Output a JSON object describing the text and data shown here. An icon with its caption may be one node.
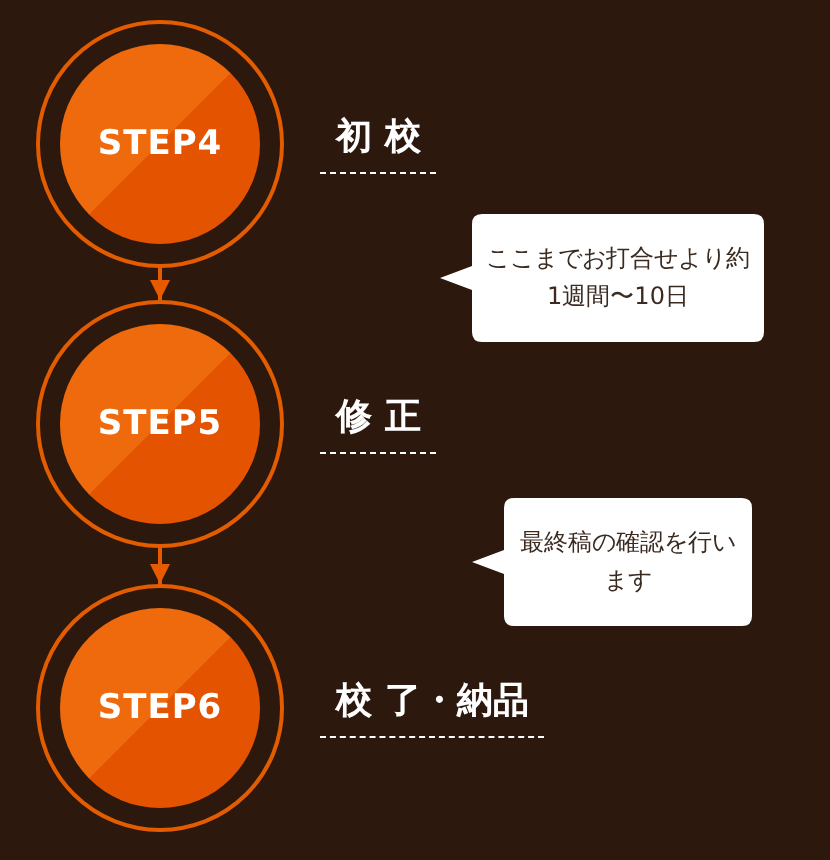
{
  "diagram": {
    "nodes": [
      {
        "text": [
          "STEP4"
        ],
        "beside": [
          "初 校"
        ]
      },
      {
        "text": [
          "STEP5"
        ],
        "beside": [
          "修 正"
        ]
      },
      {
        "text": [
          "STEP6"
        ],
        "beside": [
          "校 了・納品"
        ]
      },
      {
        "text": [
          "ここまでお打合せより約1週間〜10日"
        ]
      },
      {
        "text": [
          "最終稿の確認を行います"
        ]
      }
    ],
    "edges": [
      {
        "from": 0,
        "to": 1,
        "arrow": "to"
      },
      {
        "from": 1,
        "to": 2,
        "arrow": "to"
      }
    ]
  }
}
